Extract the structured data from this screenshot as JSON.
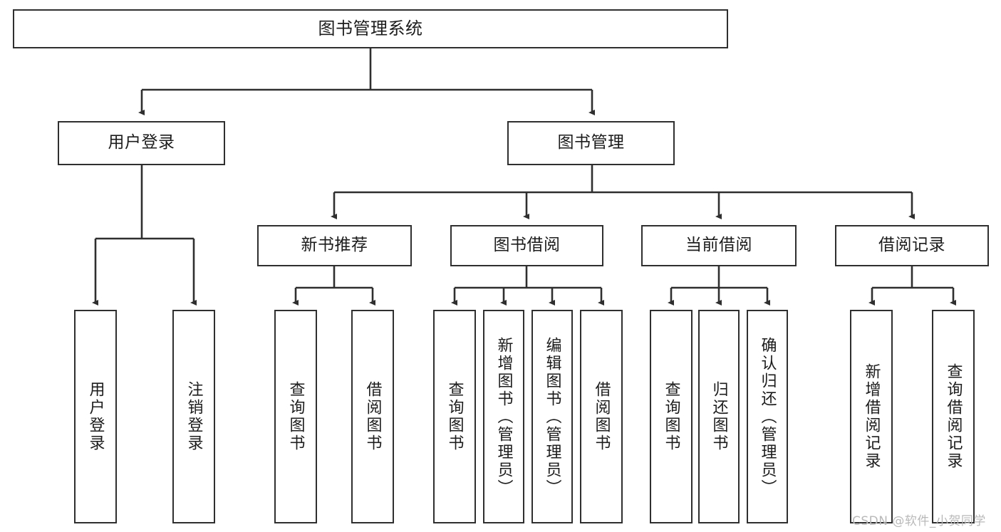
{
  "diagram": {
    "title": "图书管理系统",
    "watermark": "CSDN @软件_小贺同学",
    "colors": {
      "stroke": "#2f2f2f",
      "background": "#ffffff",
      "text": "#1c1c1c",
      "watermark": "#b9b9b9"
    },
    "nodes": {
      "root": {
        "label": "图书管理系统"
      },
      "level1": [
        {
          "label": "用户登录"
        },
        {
          "label": "图书管理"
        }
      ],
      "level2": [
        {
          "label": "新书推荐"
        },
        {
          "label": "图书借阅"
        },
        {
          "label": "当前借阅"
        },
        {
          "label": "借阅记录"
        }
      ],
      "leaves_user_login": [
        {
          "label": "用户登录"
        },
        {
          "label": "注销登录"
        }
      ],
      "leaves_new_book": [
        {
          "label": "查询图书"
        },
        {
          "label": "借阅图书"
        }
      ],
      "leaves_borrow": [
        {
          "label": "查询图书"
        },
        {
          "label": "新增图书（管理员）"
        },
        {
          "label": "编辑图书（管理员）"
        },
        {
          "label": "借阅图书"
        }
      ],
      "leaves_current": [
        {
          "label": "查询图书"
        },
        {
          "label": "归还图书"
        },
        {
          "label": "确认归还（管理员）"
        }
      ],
      "leaves_records": [
        {
          "label": "新增借阅记录"
        },
        {
          "label": "查询借阅记录"
        }
      ]
    }
  }
}
